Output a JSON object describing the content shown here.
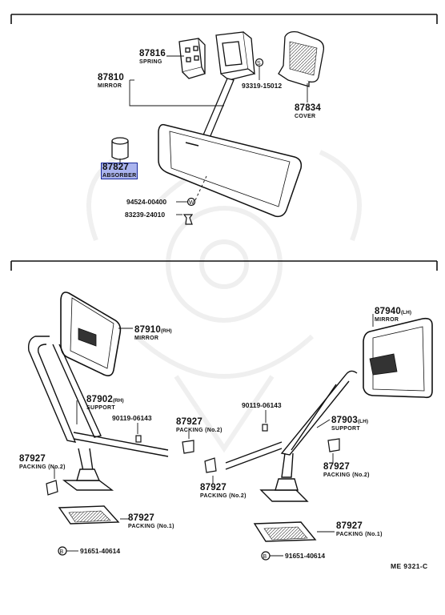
{
  "diagram": {
    "code": "ME  9321-C",
    "upper": {
      "parts": [
        {
          "id": "spring",
          "number": "87816",
          "name": "SPRING"
        },
        {
          "id": "mirror-inner",
          "number": "87810",
          "name": "MIRROR"
        },
        {
          "id": "screw-top",
          "number": "93319-15012",
          "name": ""
        },
        {
          "id": "cover",
          "number": "87834",
          "name": "COVER"
        },
        {
          "id": "absorber",
          "number": "87827",
          "name": "ABSORBER",
          "highlighted": true
        },
        {
          "id": "bolt",
          "number": "94524-00400",
          "name": ""
        },
        {
          "id": "screw-bottom",
          "number": "83239-24010",
          "name": ""
        }
      ]
    },
    "lower": {
      "parts": [
        {
          "id": "mirror-rh",
          "number": "87910",
          "suffix": "(RH)",
          "name": "MIRROR"
        },
        {
          "id": "mirror-lh",
          "number": "87940",
          "suffix": "(LH)",
          "name": "MIRROR"
        },
        {
          "id": "support-rh",
          "number": "87902",
          "suffix": "(RH)",
          "name": "SUPPORT"
        },
        {
          "id": "support-lh",
          "number": "87903",
          "suffix": "(LH)",
          "name": "SUPPORT"
        },
        {
          "id": "bolt-rh",
          "number": "90119-06143",
          "name": ""
        },
        {
          "id": "bolt-lh",
          "number": "90119-06143",
          "name": ""
        },
        {
          "id": "packing2-a",
          "number": "87927",
          "name": "PACKING (No.2)"
        },
        {
          "id": "packing2-b",
          "number": "87927",
          "name": "PACKING (No.2)"
        },
        {
          "id": "packing2-c",
          "number": "87927",
          "name": "PACKING (No.2)"
        },
        {
          "id": "packing2-d",
          "number": "87927",
          "name": "PACKING (No.2)"
        },
        {
          "id": "packing1-rh",
          "number": "87927",
          "name": "PACKING (No.1)"
        },
        {
          "id": "packing1-lh",
          "number": "87927",
          "name": "PACKING (No.1)"
        },
        {
          "id": "screw-rh",
          "number": "91651-40614",
          "name": ""
        },
        {
          "id": "screw-lh",
          "number": "91651-40614",
          "name": ""
        }
      ]
    }
  }
}
